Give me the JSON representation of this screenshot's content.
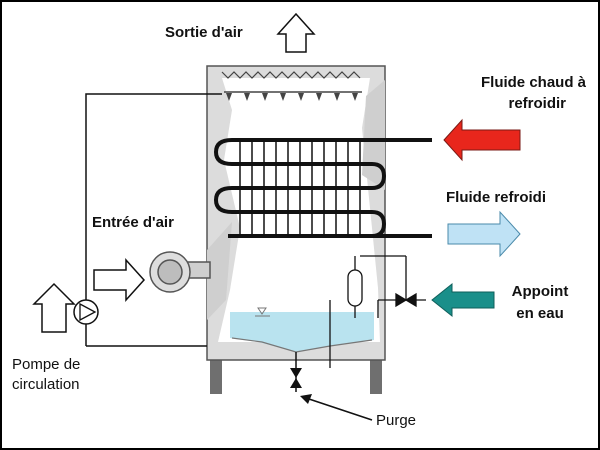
{
  "labels": {
    "sortie_air": "Sortie d'air",
    "fluide_chaud_line1": "Fluide chaud à",
    "fluide_chaud_line2": "refroidir",
    "fluide_refroidi": "Fluide refroidi",
    "entree_air": "Entrée d'air",
    "appoint_line1": "Appoint",
    "appoint_line2": "en eau",
    "pompe_line1": "Pompe de",
    "pompe_line2": "circulation",
    "purge": "Purge"
  },
  "colors": {
    "hot_fluid_arrow": "#e8261c",
    "cooled_fluid_arrow": "#bfe2f5",
    "makeup_water_arrow": "#1a8f8a",
    "tower_body": "#dcdcdc",
    "water_basin": "#b9e3ef"
  }
}
